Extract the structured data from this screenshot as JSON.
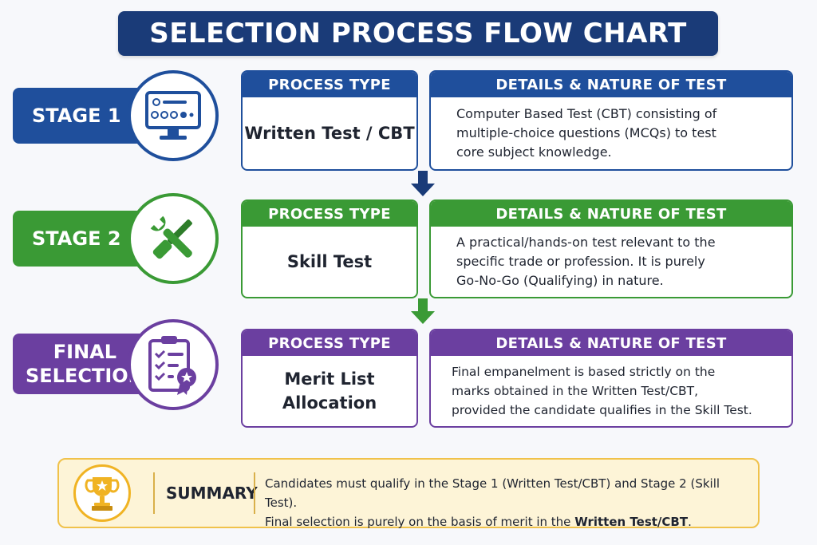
{
  "title": "SELECTION PROCESS FLOW CHART",
  "colors": {
    "title": "#1a3b78",
    "stage1": "#1f4f9c",
    "stage2": "#3a9a35",
    "final": "#6b3fa0",
    "summary_border": "#f0c24b",
    "summary_bg": "#fdf4d7"
  },
  "stages": [
    {
      "label_lines": [
        "STAGE 1"
      ],
      "icon": "computer-monitor-icon",
      "process_header": "PROCESS TYPE",
      "process_lines": [
        "Written Test / CBT"
      ],
      "details_header": "DETAILS & NATURE OF TEST",
      "details_lines": [
        "Computer Based Test (CBT) consisting of",
        "multiple-choice questions (MCQs) to test",
        "core subject knowledge."
      ]
    },
    {
      "label_lines": [
        "STAGE 2"
      ],
      "icon": "wrench-screwdriver-icon",
      "process_header": "PROCESS TYPE",
      "process_lines": [
        "Skill Test"
      ],
      "details_header": "DETAILS & NATURE OF TEST",
      "details_lines": [
        "A practical/hands-on test relevant to the",
        "specific trade or profession. It is purely",
        "Go-No-Go (Qualifying) in nature."
      ]
    },
    {
      "label_lines": [
        "FINAL",
        "SELECTION"
      ],
      "icon": "clipboard-checklist-badge-icon",
      "process_header": "PROCESS TYPE",
      "process_lines": [
        "Merit List",
        "Allocation"
      ],
      "details_header": "DETAILS & NATURE OF TEST",
      "details_lines": [
        "Final empanelment is based strictly on the",
        "marks obtained in the Written Test/CBT,",
        "provided the candidate qualifies in the Skill Test."
      ]
    }
  ],
  "summary": {
    "icon": "trophy-icon",
    "title": "SUMMARY",
    "line1": "Candidates must qualify in the Stage 1 (Written Test/CBT) and Stage 2 (Skill Test).",
    "line2_prefix": "Final selection is purely on the basis of merit in the ",
    "line2_bold": "Written Test/CBT",
    "line2_suffix": "."
  }
}
